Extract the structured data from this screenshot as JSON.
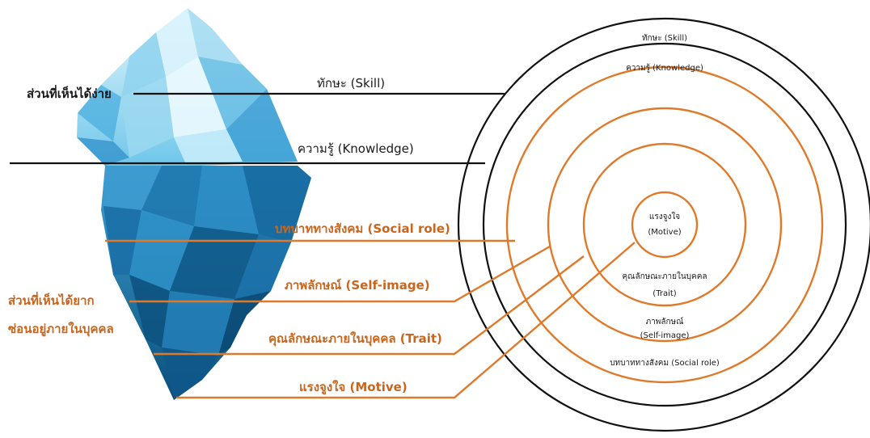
{
  "left": {
    "visible_label": "ส่วนที่เห็นได้ง่าย",
    "hidden_label_line1": "ส่วนที่เห็นได้ยาก",
    "hidden_label_line2": "ซ่อนอยู่ภายในบุคคล",
    "levels": {
      "skill": "ทักษะ (Skill)",
      "knowledge": "ความรู้ (Knowledge)",
      "social_role": "บทบาททางสังคม (Social role)",
      "self_image": "ภาพลักษณ์ (Self-image)",
      "trait": "คุณลักษณะภายในบุคคล (Trait)",
      "motive": "แรงจูงใจ (Motive)"
    }
  },
  "rings": {
    "skill": "ทักษะ (Skill)",
    "knowledge": "ความรู้ (Knowledge)",
    "social_role": "บทบาททางสังคม (Social role)",
    "self_image_line1": "ภาพลักษณ์",
    "self_image_line2": "(Self-image)",
    "trait_line1": "คุณลักษณะภายในบุคคล",
    "trait_line2": "(Trait)",
    "motive_line1": "แรงจูงใจ",
    "motive_line2": "(Motive)"
  },
  "colors": {
    "visible": "#111111",
    "hidden": "#e07a2a",
    "ice_light": "#bfe9f8",
    "ice_dark": "#0e5f8d"
  },
  "icons": {
    "iceberg": "iceberg-icon"
  }
}
